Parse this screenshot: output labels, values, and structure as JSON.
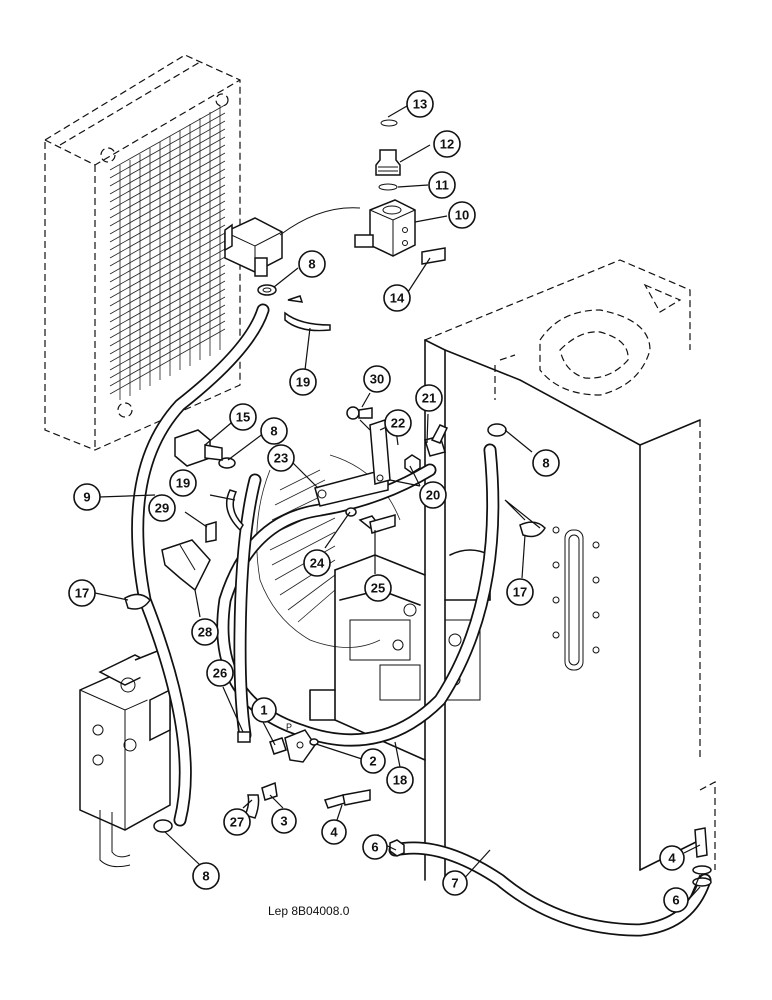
{
  "drawing_reference": "Lep 8B04008.0",
  "port_mark": "P",
  "callouts": {
    "c1": "1",
    "c2": "2",
    "c3": "3",
    "c4a": "4",
    "c4b": "4",
    "c6a": "6",
    "c6b": "6",
    "c7": "7",
    "c8a": "8",
    "c8b": "8",
    "c8c": "8",
    "c8d": "8",
    "c9": "9",
    "c10": "10",
    "c11": "11",
    "c12": "12",
    "c13": "13",
    "c14": "14",
    "c15": "15",
    "c17a": "17",
    "c17b": "17",
    "c18": "18",
    "c19a": "19",
    "c19b": "19",
    "c20": "20",
    "c21": "21",
    "c22": "22",
    "c23": "23",
    "c24": "24",
    "c25": "25",
    "c26": "26",
    "c27": "27",
    "c28": "28",
    "c29": "29",
    "c30": "30"
  }
}
